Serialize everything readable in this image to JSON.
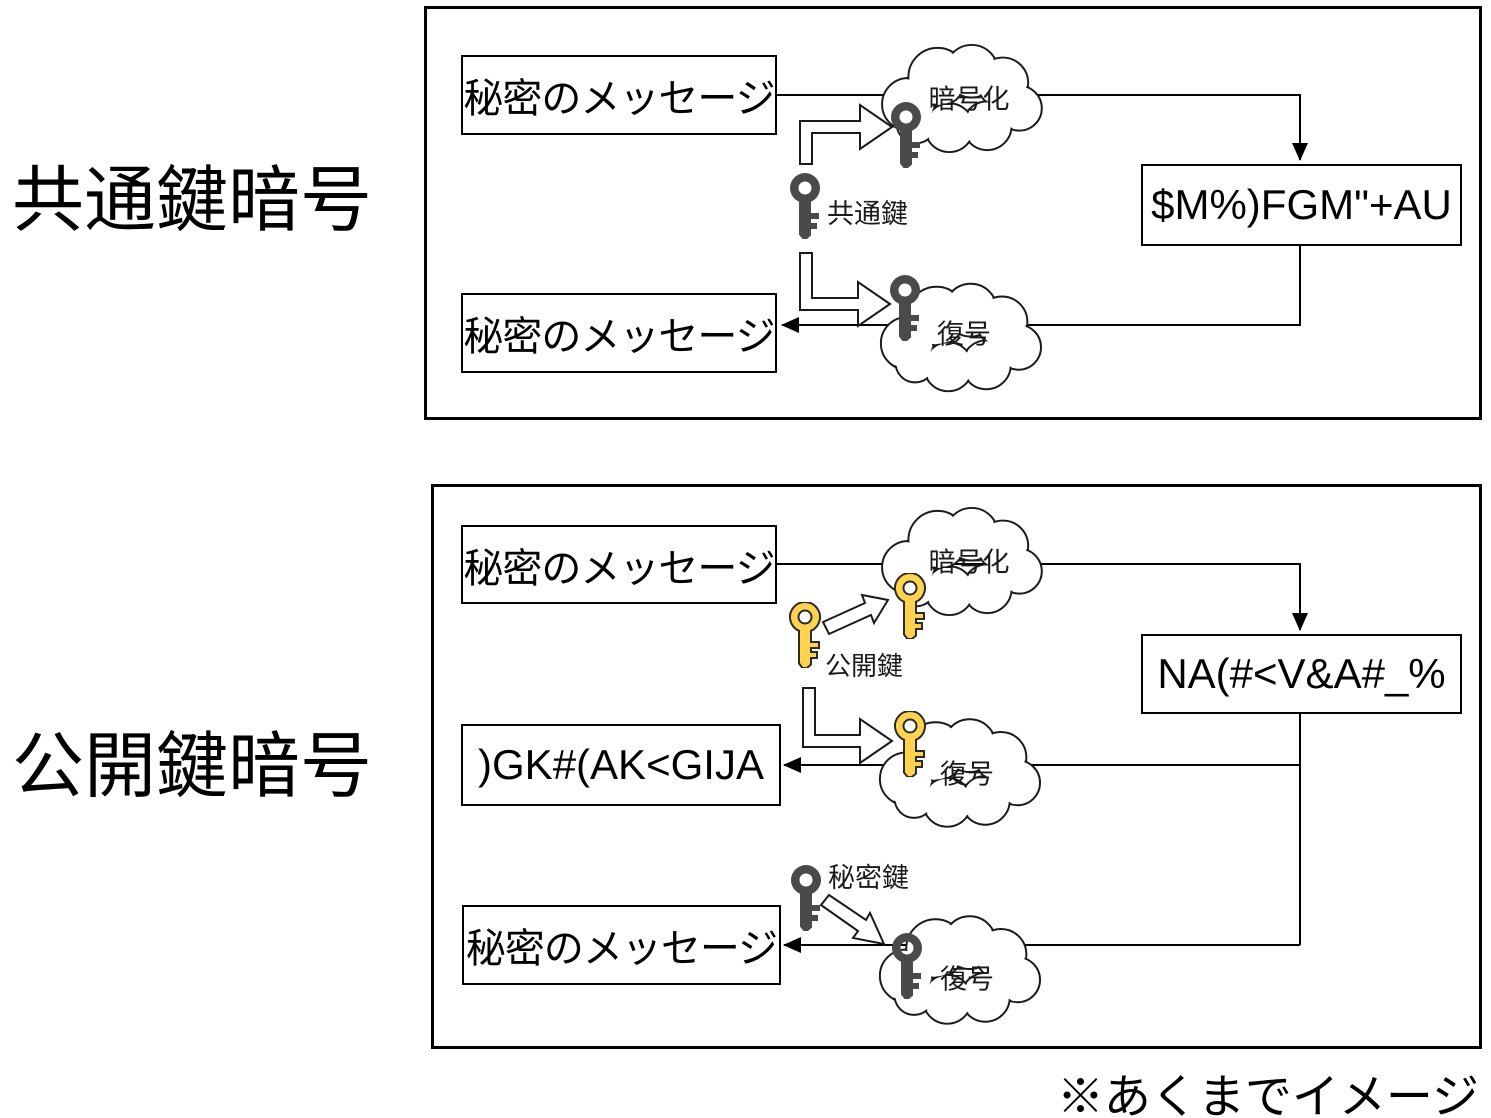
{
  "titles": {
    "symmetric": "共通鍵暗号",
    "public": "公開鍵暗号"
  },
  "footnote": "※あくまでイメージ",
  "colors": {
    "dark_key": "#4a4a4a",
    "yellow_key": "#ffd34f",
    "yellow_key_outline": "#2b2b2b",
    "line": "#000000"
  },
  "symmetric_panel": {
    "plain_message": "秘密のメッセージ",
    "encrypt_cloud": "暗号化",
    "shared_key_label": "共通鍵",
    "ciphertext": "$M%)FGM\"+AU",
    "decrypt_cloud": "復号",
    "decrypted_message": "秘密のメッセージ"
  },
  "public_panel": {
    "plain_message": "秘密のメッセージ",
    "encrypt_cloud": "暗号化",
    "public_key_label": "公開鍵",
    "ciphertext": "NA(#<V&A#_%",
    "decrypt_cloud_public": "復号",
    "wrong_decrypt_result": ")GK#(AK<GIJA",
    "private_key_label": "秘密鍵",
    "decrypt_cloud_private": "復号",
    "decrypted_message": "秘密のメッセージ"
  }
}
